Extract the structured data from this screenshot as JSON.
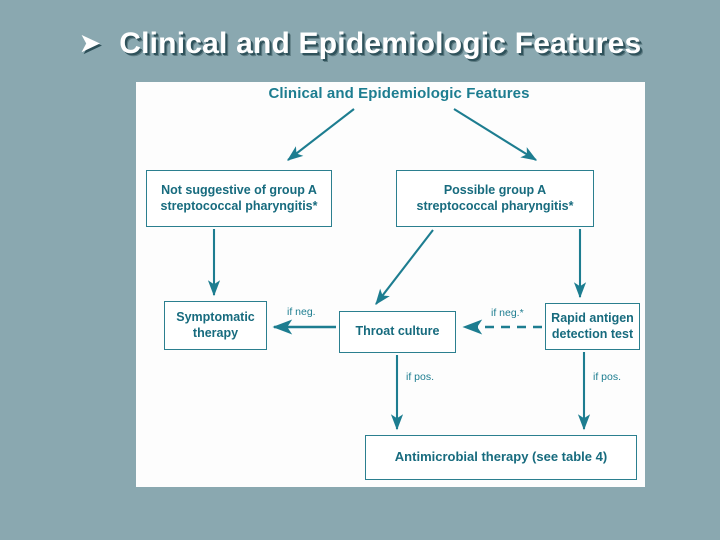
{
  "slide": {
    "bullet_icon": "chevron-right-bullet-icon",
    "title": "Clinical and Epidemiologic Features",
    "background_color": "#8aa8b0",
    "title_color": "#ffffff",
    "title_shadow_color": "#2f525b"
  },
  "diagram": {
    "heading": "Clinical and Epidemiologic Features",
    "panel_background": "#fdfdfd",
    "accent_color": "#1d7d90",
    "box_border_color": "#2b7f8f",
    "type": "flowchart",
    "nodes": [
      {
        "id": "not-suggestive",
        "label": "Not suggestive of group A streptococcal pharyngitis*"
      },
      {
        "id": "possible",
        "label": "Possible group A streptococcal pharyngitis*"
      },
      {
        "id": "symptomatic",
        "label": "Symptomatic therapy"
      },
      {
        "id": "throat-culture",
        "label": "Throat culture"
      },
      {
        "id": "rapid-antigen",
        "label": "Rapid antigen detection test"
      },
      {
        "id": "antimicrobial",
        "label": "Antimicrobial therapy (see table 4)"
      }
    ],
    "edges": [
      {
        "from": "heading",
        "to": "not-suggestive",
        "label": "",
        "style": "solid"
      },
      {
        "from": "heading",
        "to": "possible",
        "label": "",
        "style": "solid"
      },
      {
        "from": "not-suggestive",
        "to": "symptomatic",
        "label": "",
        "style": "solid"
      },
      {
        "from": "possible",
        "to": "throat-culture",
        "label": "",
        "style": "solid"
      },
      {
        "from": "possible",
        "to": "rapid-antigen",
        "label": "",
        "style": "solid"
      },
      {
        "from": "throat-culture",
        "to": "symptomatic",
        "label": "if neg.",
        "style": "solid"
      },
      {
        "from": "rapid-antigen",
        "to": "throat-culture",
        "label": "if neg.*",
        "style": "dashed"
      },
      {
        "from": "throat-culture",
        "to": "antimicrobial",
        "label": "if pos.",
        "style": "solid"
      },
      {
        "from": "rapid-antigen",
        "to": "antimicrobial",
        "label": "if pos.",
        "style": "solid"
      }
    ],
    "labels": {
      "if_neg": "if neg.",
      "if_neg_star": "if neg.*",
      "if_pos_left": "if pos.",
      "if_pos_right": "if pos."
    }
  }
}
